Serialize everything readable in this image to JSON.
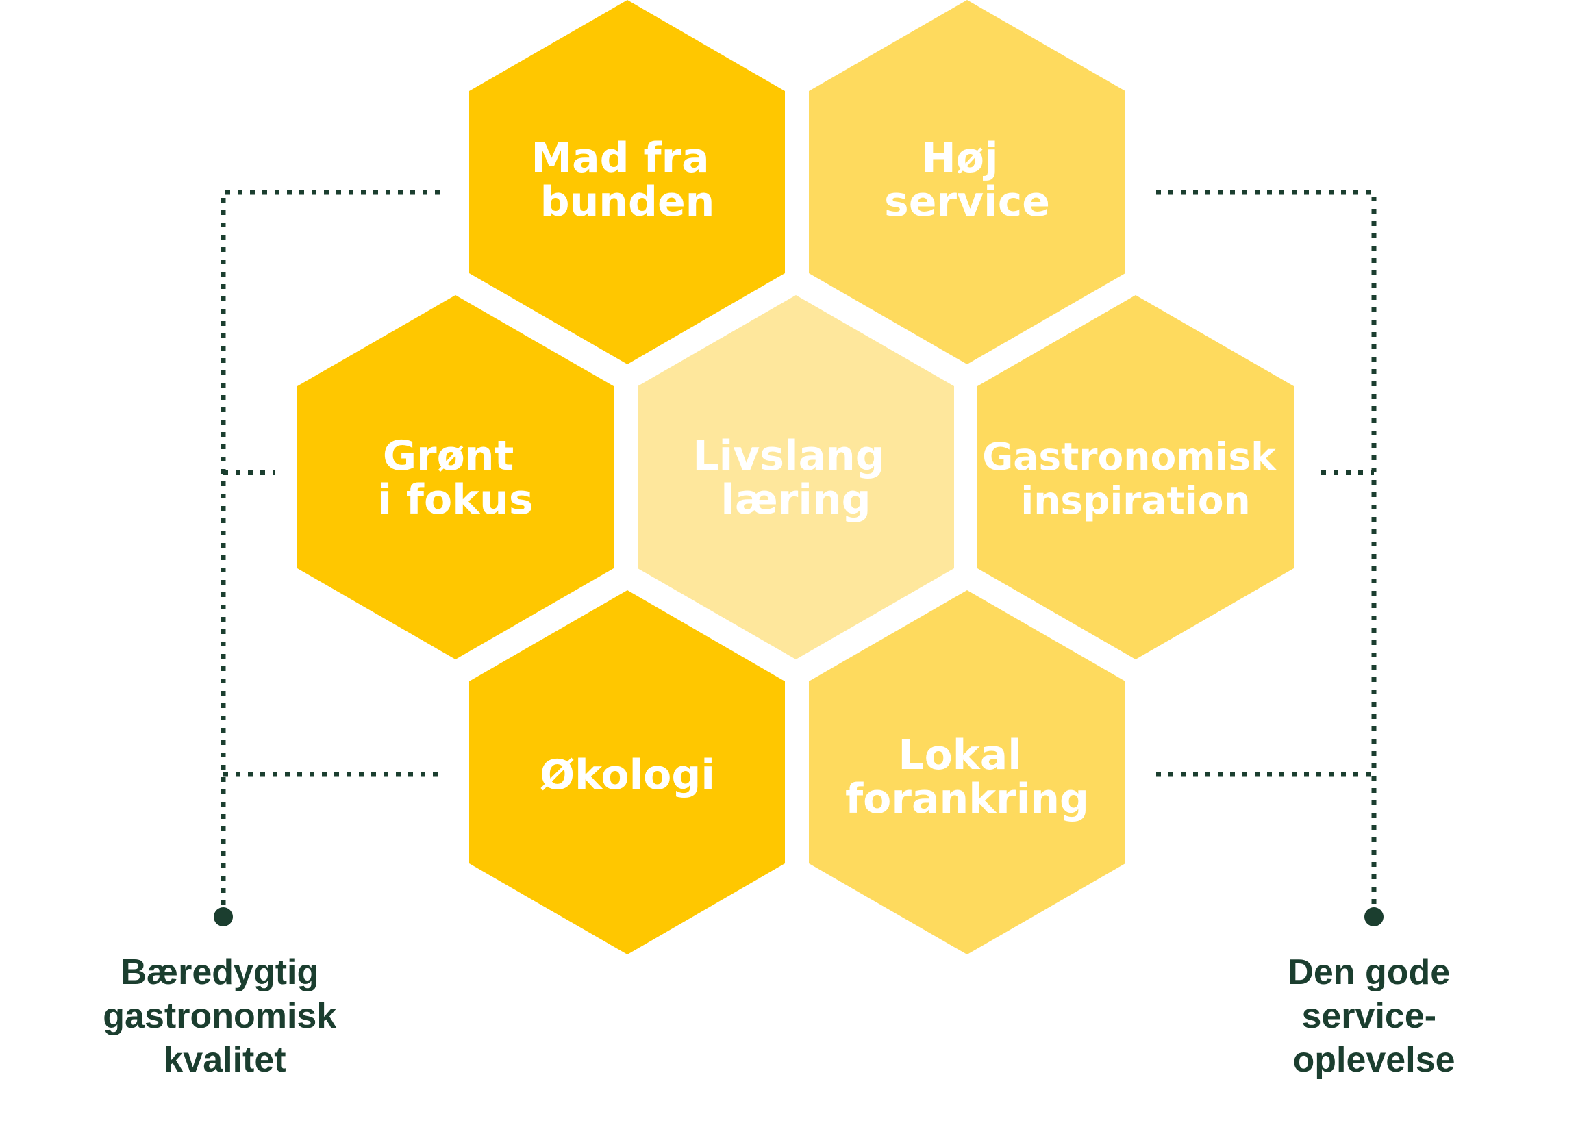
{
  "colors": {
    "dark_yellow": "#FFC700",
    "medium_yellow": "#FEDA5E",
    "light_yellow": "#FEE79C",
    "dark_green": "#1B3E2F",
    "background": "#FFFFFF"
  },
  "hexagons": [
    {
      "id": "mad-fra-bunden",
      "lines": [
        "Mad fra",
        "bunden"
      ],
      "tone": "dark_yellow"
    },
    {
      "id": "hoj-service",
      "lines": [
        "Høj",
        "service"
      ],
      "tone": "medium_yellow"
    },
    {
      "id": "gront-i-fokus",
      "lines": [
        "Grønt",
        "i fokus"
      ],
      "tone": "dark_yellow"
    },
    {
      "id": "livslang-laering",
      "lines": [
        "Livslang",
        "læring"
      ],
      "tone": "light_yellow"
    },
    {
      "id": "gastronomisk-inspiration",
      "lines": [
        "Gastronomisk",
        "inspiration"
      ],
      "tone": "medium_yellow"
    },
    {
      "id": "okologi",
      "lines": [
        "Økologi"
      ],
      "tone": "dark_yellow"
    },
    {
      "id": "lokal-forankring",
      "lines": [
        "Lokal",
        "forankring"
      ],
      "tone": "medium_yellow"
    }
  ],
  "left_group": {
    "lines": [
      "Bæredygtig",
      "gastronomisk",
      "kvalitet"
    ]
  },
  "right_group": {
    "lines": [
      "Den gode",
      "service-",
      "oplevelse"
    ]
  }
}
